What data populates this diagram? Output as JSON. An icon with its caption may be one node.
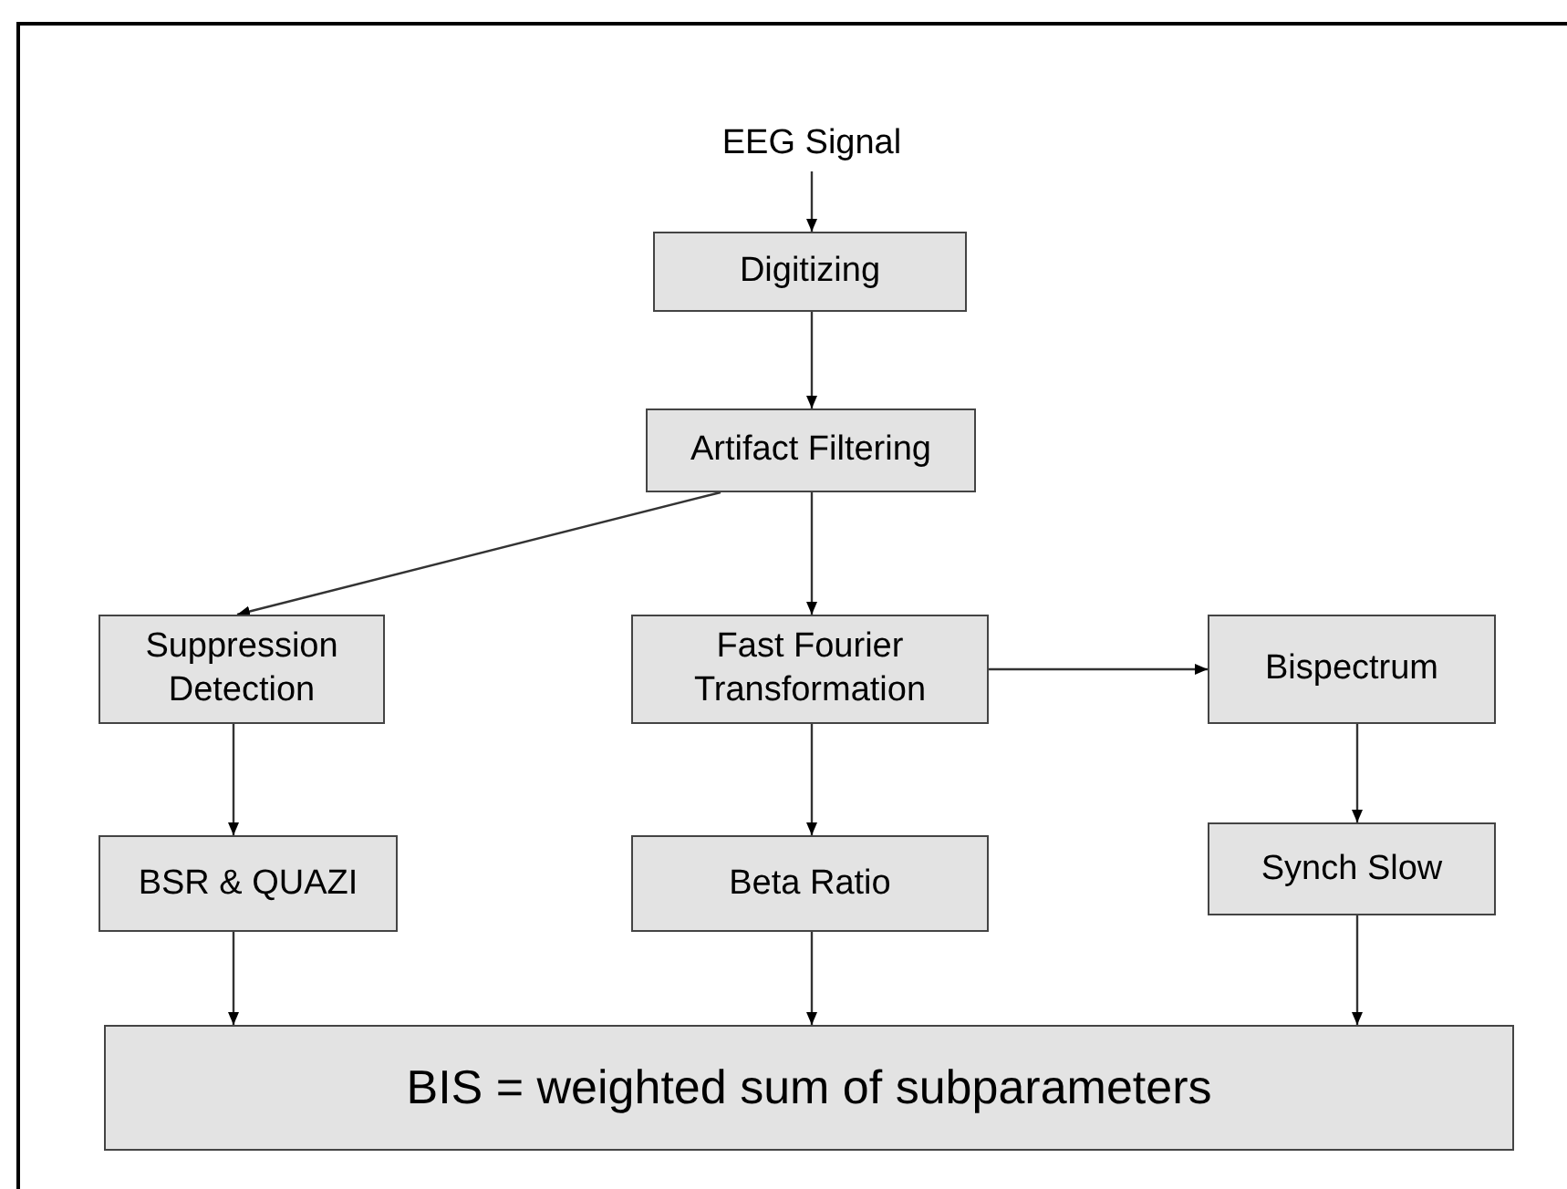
{
  "diagram": {
    "nodes": [
      {
        "text": [
          "EEG Signal"
        ]
      },
      {
        "text": [
          "Digitizing"
        ]
      },
      {
        "text": [
          "Artifact Filtering"
        ]
      },
      {
        "text": [
          "Suppression Detection"
        ]
      },
      {
        "text": [
          "Fast Fourier Transformation"
        ]
      },
      {
        "text": [
          "Bispectrum"
        ]
      },
      {
        "text": [
          "BSR & QUAZI"
        ]
      },
      {
        "text": [
          "Beta Ratio"
        ]
      },
      {
        "text": [
          "Synch Slow"
        ]
      },
      {
        "text": [
          "BIS = weighted sum of subparameters"
        ]
      }
    ],
    "edges": [
      {
        "from": 0,
        "to": 1,
        "arrow": "to"
      },
      {
        "from": 1,
        "to": 2,
        "arrow": "to"
      },
      {
        "from": 2,
        "to": 3,
        "arrow": "to"
      },
      {
        "from": 2,
        "to": 4,
        "arrow": "to"
      },
      {
        "from": 4,
        "to": 5,
        "arrow": "to"
      },
      {
        "from": 3,
        "to": 6,
        "arrow": "to"
      },
      {
        "from": 4,
        "to": 7,
        "arrow": "to"
      },
      {
        "from": 5,
        "to": 8,
        "arrow": "to"
      },
      {
        "from": 6,
        "to": 9,
        "arrow": "to"
      },
      {
        "from": 7,
        "to": 9,
        "arrow": "to"
      },
      {
        "from": 8,
        "to": 9,
        "arrow": "to"
      }
    ]
  }
}
